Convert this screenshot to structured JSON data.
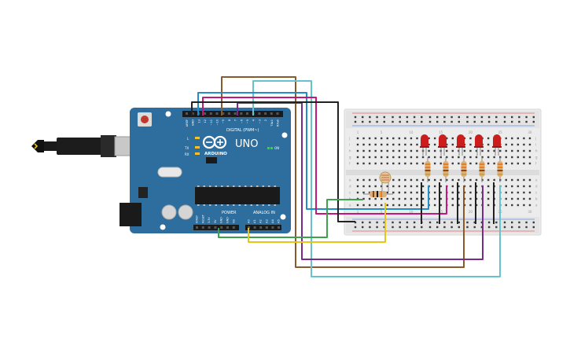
{
  "board": {
    "logo": "UNO",
    "brand": "ARDUINO",
    "on_label": "ON",
    "digital_label": "DIGITAL (PWM~)",
    "power_label": "POWER",
    "analog_label": "ANALOG IN",
    "tx_label": "TX",
    "rx_label": "RX",
    "l_label": "L",
    "digital_pins": [
      "AREF",
      "GND",
      "13",
      "12",
      "~11",
      "~10",
      "~9",
      "8",
      "7",
      "~6",
      "~5",
      "4",
      "~3",
      "2",
      "TX▸1",
      "RX◂0"
    ],
    "power_pins": [
      "IOREF",
      "RESET",
      "3.3V",
      "5V",
      "GND",
      "GND",
      "Vin"
    ],
    "analog_pins": [
      "A0",
      "A1",
      "A2",
      "A3",
      "A4",
      "A5"
    ]
  },
  "breadboard": {
    "row_letters_top": [
      "j",
      "i",
      "h",
      "g",
      "f"
    ],
    "row_letters_bottom": [
      "e",
      "d",
      "c",
      "b",
      "a"
    ],
    "column_numbers": [
      "1",
      "",
      "",
      "",
      "5",
      "",
      "",
      "",
      "",
      "10",
      "",
      "",
      "",
      "",
      "15",
      "",
      "",
      "",
      "",
      "20",
      "",
      "",
      "",
      "",
      "25",
      "",
      "",
      "",
      "",
      "30"
    ]
  },
  "components": {
    "leds": 5,
    "led_color": "#cc1d1d",
    "resistors": 6,
    "photoresistor": 1
  },
  "wire_colors": {
    "brown": "#8b5a2b",
    "cyan": "#66c2cc",
    "magenta": "#c2177f",
    "purple": "#7a2a8f",
    "black": "#222222",
    "green": "#3ba34a",
    "yellow": "#e6c619",
    "blue": "#1f8ec9"
  },
  "colors": {
    "board": "#2d6e9f",
    "board_dark": "#1e5a85",
    "breadboard": "#ececec"
  }
}
